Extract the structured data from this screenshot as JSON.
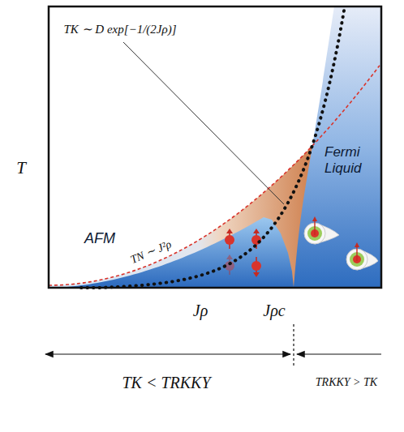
{
  "diagram": {
    "nodes": [
      {
        "text": [
          "AFM"
        ]
      },
      {
        "text": [
          "Fermi Liquid"
        ]
      }
    ],
    "labels": [
      "TK ∼ D exp[−1/(2Jρ)]",
      "T",
      "TN ∼ J²ρ",
      "Jρ",
      "Jρc",
      "TK < TRKKY",
      "TRKKY > TK"
    ]
  }
}
